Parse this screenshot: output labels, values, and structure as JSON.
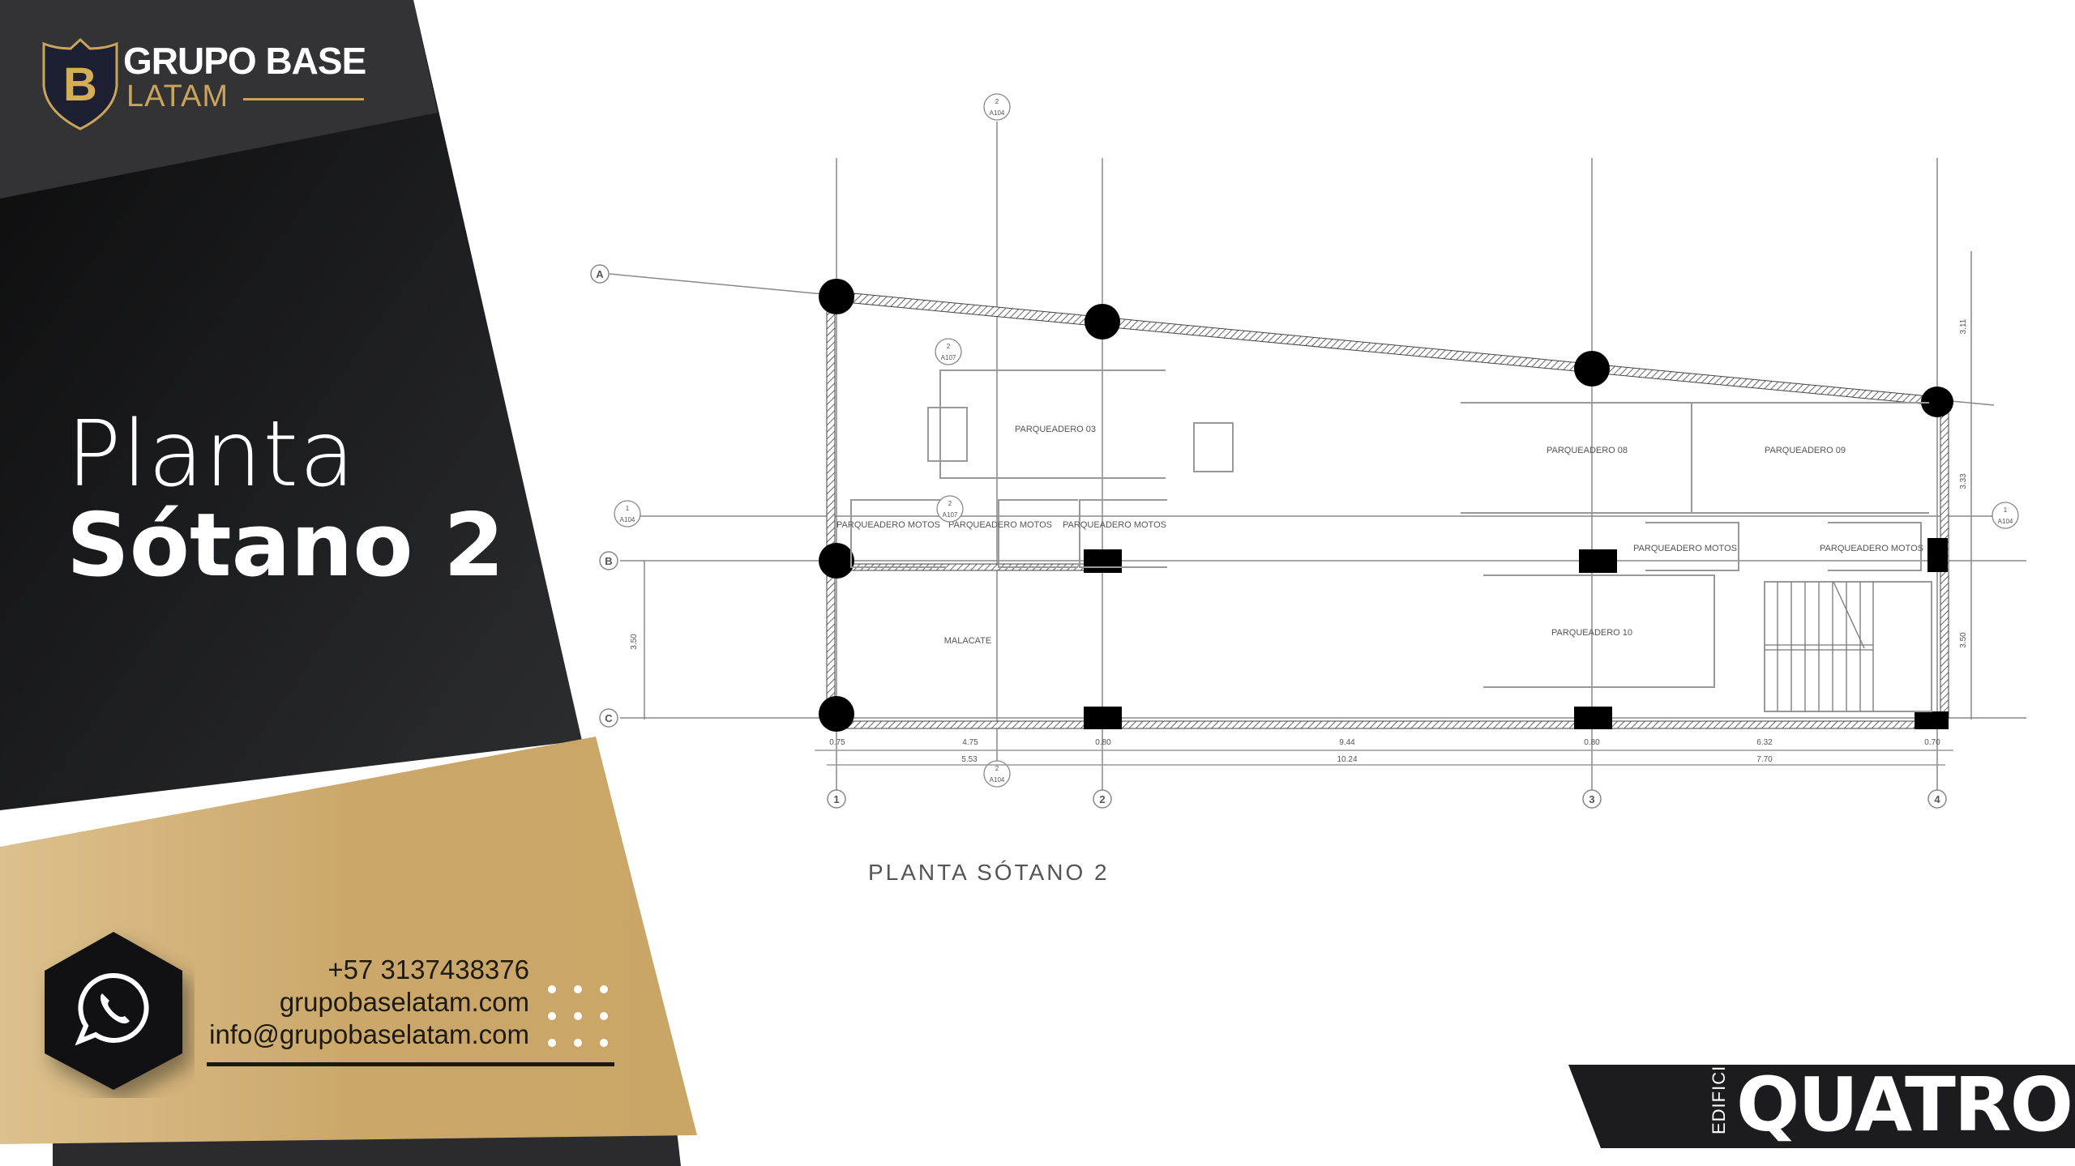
{
  "brand": {
    "name_main": "GRUPO BASE",
    "name_sub": "LATAM",
    "shield_letter": "B",
    "gold": "#c9a45a",
    "dark": "#1b1b1d"
  },
  "heading": {
    "line1": "Planta",
    "line2": "Sótano 2"
  },
  "contact": {
    "phone": "+57 3137438376",
    "website": "grupobaselatam.com",
    "email": "info@grupobaselatam.com",
    "icon": "whatsapp-icon"
  },
  "project": {
    "prefix": "EDIFICIO",
    "name": "QUATRO"
  },
  "plan": {
    "title": "PLANTA SÓTANO 2",
    "grid_rows": [
      "A",
      "B",
      "C"
    ],
    "grid_cols": [
      "1",
      "2",
      "3",
      "4"
    ],
    "section_marks": [
      {
        "num": "2",
        "sheet": "A104"
      },
      {
        "num": "2",
        "sheet": "A107"
      },
      {
        "num": "2",
        "sheet": "A107"
      },
      {
        "num": "1",
        "sheet": "A104"
      },
      {
        "num": "1",
        "sheet": "A104"
      },
      {
        "num": "2",
        "sheet": "A104"
      }
    ],
    "rooms": {
      "p03": "PARQUEADERO 03",
      "p08": "PARQUEADERO 08",
      "p09": "PARQUEADERO 09",
      "p10": "PARQUEADERO 10",
      "motos": "PARQUEADERO MOTOS",
      "malacate": "MALACATE"
    },
    "dims_row1": [
      "0.75",
      "4.75",
      "0.80",
      "9.44",
      "0.80",
      "6.32",
      "0.70"
    ],
    "dims_row2": [
      "5.53",
      "10.24",
      "7.70"
    ],
    "dims_left": [
      "3.50"
    ],
    "dims_right": [
      "3.11",
      "3.33",
      "3.50"
    ]
  }
}
